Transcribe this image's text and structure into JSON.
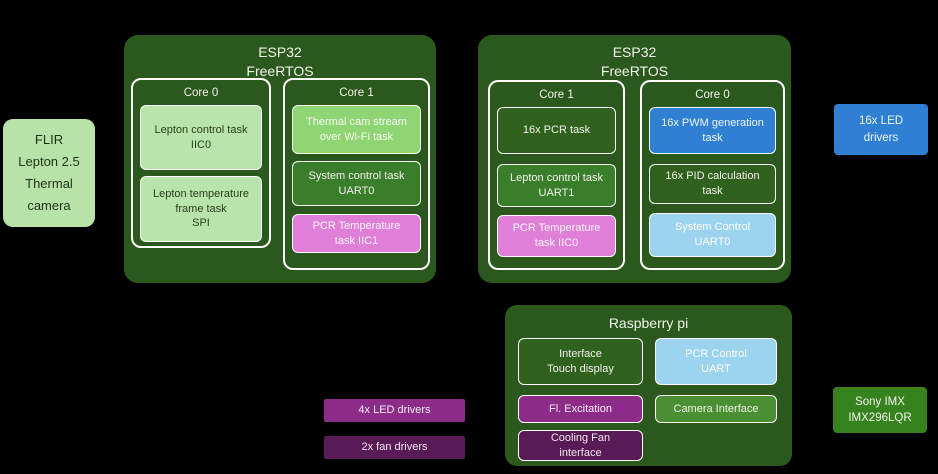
{
  "colors": {
    "background": "#000000",
    "container_green": "#2b581c",
    "light_green": "#b9e4ab",
    "medium_green": "#8fd573",
    "task_green": "#3a7d2a",
    "dark_task_green": "#30611e",
    "camera_interface_green": "#4a8f31",
    "sony_green": "#35821e",
    "pink": "#df7fd8",
    "blue": "#2f80d2",
    "light_blue": "#9cd3ef",
    "purple": "#8d2b89",
    "dark_purple": "#591b56",
    "border": "#ffffff"
  },
  "flir_camera": {
    "label": "FLIR\nLepton 2.5\nThermal\ncamera"
  },
  "esp32_left": {
    "title": "ESP32",
    "subtitle": "FreeRTOS",
    "core0": {
      "label": "Core 0",
      "tasks": [
        {
          "label": "Lepton control task\nIIC0"
        },
        {
          "label": "Lepton temperature\nframe task\nSPI"
        }
      ]
    },
    "core1": {
      "label": "Core 1",
      "tasks": [
        {
          "label": "Thermal cam stream\nover Wi-Fi task"
        },
        {
          "label": "System control task\nUART0"
        },
        {
          "label": "PCR Temperature\ntask IIC1"
        }
      ]
    }
  },
  "esp32_right": {
    "title": "ESP32",
    "subtitle": "FreeRTOS",
    "core1": {
      "label": "Core 1",
      "tasks": [
        {
          "label": "16x PCR task"
        },
        {
          "label": "Lepton control task\nUART1"
        },
        {
          "label": "PCR Temperature\ntask IIC0"
        }
      ]
    },
    "core0": {
      "label": "Core 0",
      "tasks": [
        {
          "label": "16x PWM generation\ntask"
        },
        {
          "label": "16x PID calculation\ntask"
        },
        {
          "label": "System Control\nUART0"
        }
      ]
    }
  },
  "raspberry_pi": {
    "title": "Raspberry pi",
    "boxes": {
      "touch_display": "Interface\nTouch display",
      "pcr_control": "PCR Control\nUART",
      "fl_excitation": "Fl. Excitation",
      "camera_interface": "Camera Interface",
      "cooling_fan": "Cooling Fan\ninterface"
    }
  },
  "peripherals": {
    "led_drivers_16x": "16x LED\ndrivers",
    "sony_sensor": "Sony IMX\nIMX296LQR",
    "led_drivers_4x": "4x LED drivers",
    "fan_drivers_2x": "2x fan drivers"
  }
}
